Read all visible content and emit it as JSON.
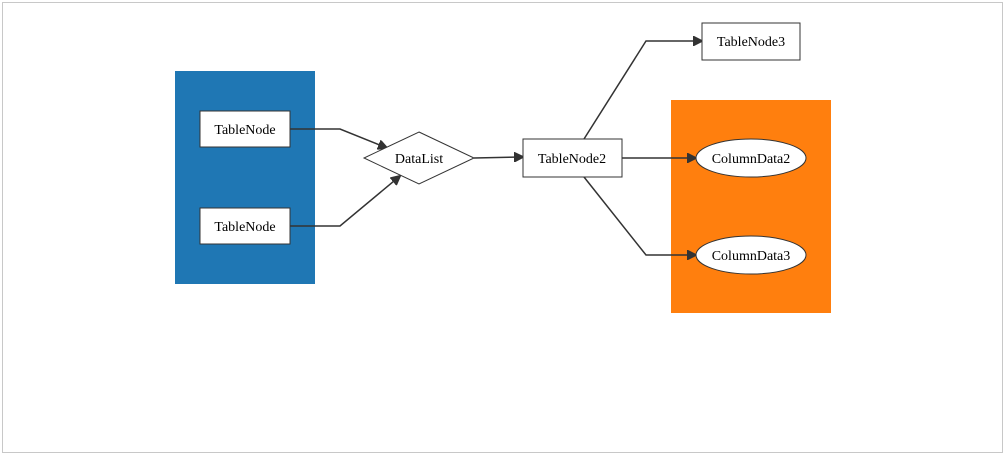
{
  "colors": {
    "cluster_left": "#1f77b4",
    "cluster_right": "#ff7f0e",
    "node_fill": "#ffffff",
    "edge": "#333333"
  },
  "nodes": {
    "table_node_top": "TableNode",
    "table_node_bottom": "TableNode",
    "data_list": "DataList",
    "table_node2": "TableNode2",
    "table_node3": "TableNode3",
    "column_data2": "ColumnData2",
    "column_data3": "ColumnData3"
  }
}
